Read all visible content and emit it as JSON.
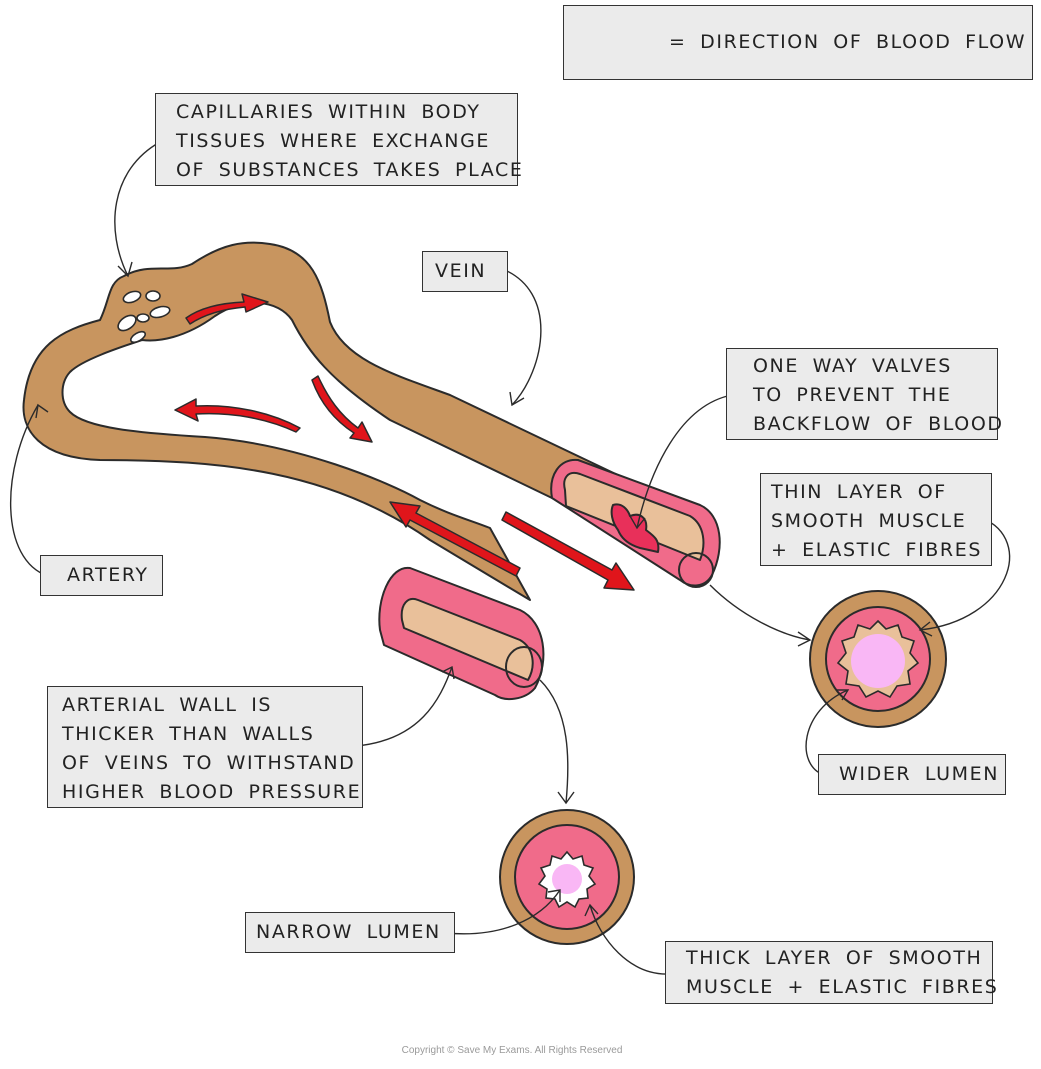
{
  "legend": {
    "text": "= DIRECTION  OF  BLOOD  FLOW"
  },
  "labels": {
    "capillaries": [
      "CAPILLARIES  WITHIN  BODY",
      "TISSUES  WHERE  EXCHANGE",
      "OF  SUBSTANCES  TAKES  PLACE"
    ],
    "vein": [
      "VEIN"
    ],
    "valves": [
      "ONE  WAY  VALVES",
      "TO  PREVENT  THE",
      "BACKFLOW  OF  BLOOD"
    ],
    "thin_layer": [
      "THIN  LAYER  OF",
      "SMOOTH  MUSCLE",
      "+ ELASTIC  FIBRES"
    ],
    "artery": [
      "ARTERY"
    ],
    "arterial_wall": [
      "ARTERIAL  WALL  IS",
      "THICKER  THAN  WALLS",
      "OF  VEINS  TO  WITHSTAND",
      "HIGHER  BLOOD  PRESSURE"
    ],
    "wider_lumen": [
      "WIDER  LUMEN"
    ],
    "narrow_lumen": [
      "NARROW  LUMEN"
    ],
    "thick_layer": [
      "THICK  LAYER  OF  SMOOTH",
      "MUSCLE  + ELASTIC  FIBRES"
    ]
  },
  "copyright": "Copyright © Save My Exams. All Rights Reserved",
  "colors": {
    "vessel_outer": "#c8955f",
    "vessel_wall": "#f06b8a",
    "lumen_artery": "#e9c09a",
    "lumen_section": "#f9b7f5",
    "valve": "#e8305a",
    "arrow": "#e0151b",
    "label_bg": "#ebebeb"
  }
}
